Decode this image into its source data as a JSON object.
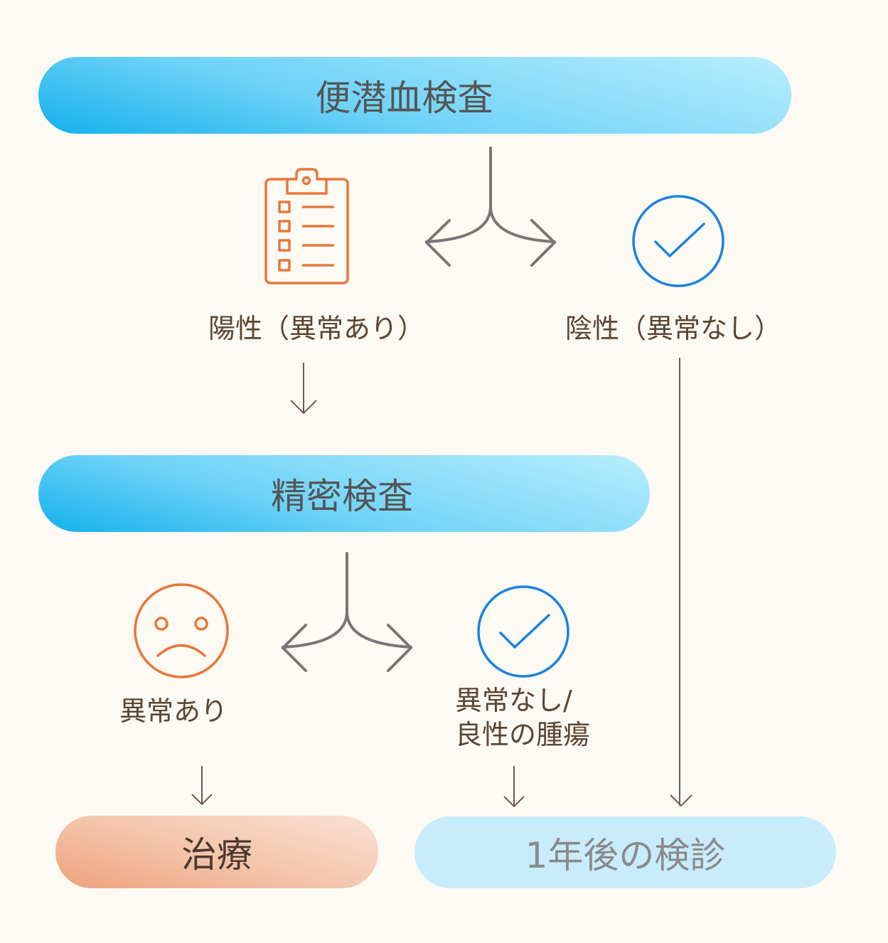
{
  "step1": {
    "title": "便潜血検査"
  },
  "step1_results": {
    "positive": "陽性（異常あり）",
    "negative": "陰性（異常なし）"
  },
  "step2": {
    "title": "精密検査"
  },
  "step2_results": {
    "abnormal": "異常あり",
    "normal_line1": "異常なし/",
    "normal_line2": "良性の腫瘍"
  },
  "outcomes": {
    "treatment": "治療",
    "followup": "1年後の検診"
  },
  "colors": {
    "orange": "#e8773a",
    "blue": "#1a82e0",
    "arrow": "#777777",
    "line": "#6b5a4e"
  }
}
